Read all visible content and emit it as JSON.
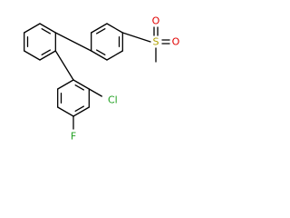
{
  "molecule": {
    "atoms": {
      "chlorine": "Cl",
      "fluorine": "F",
      "sulfur": "S",
      "oxygen_top": "O",
      "oxygen_right": "O"
    },
    "colors": {
      "halogen": "#20a020",
      "sulfur": "#b0a000",
      "oxygen": "#e00000",
      "bond": "#000000",
      "background": "#ffffff"
    }
  }
}
